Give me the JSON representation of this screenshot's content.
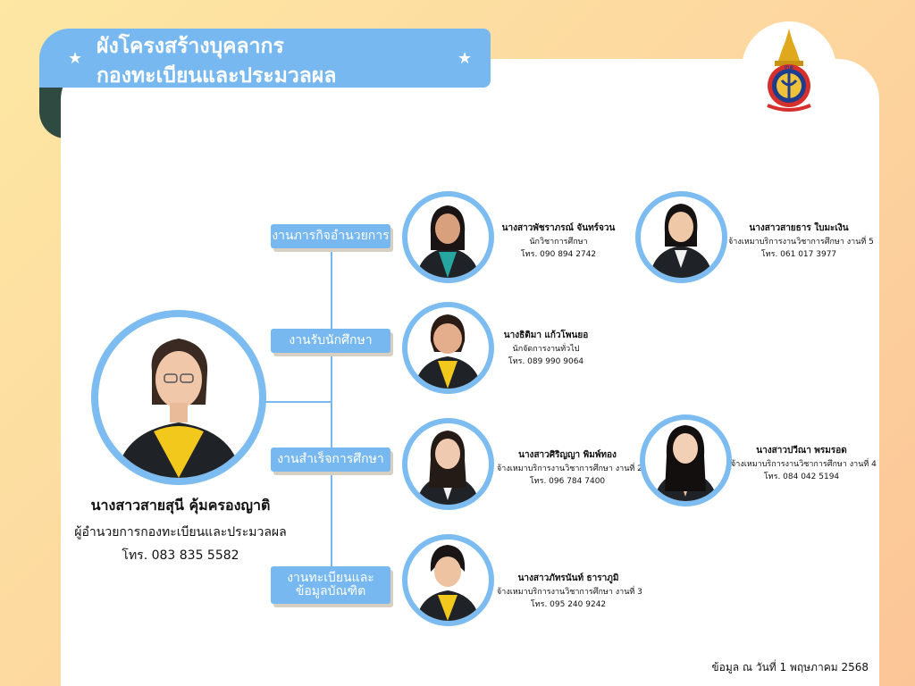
{
  "header": {
    "title_line1": "ผังโครงสร้างบุคลากร",
    "title_line2": "กองทะเบียนและประมวลผล",
    "star": "★",
    "logo_icon": "university-emblem-icon"
  },
  "chief": {
    "name": "นางสาวสายสุนี คุ้มครองญาติ",
    "role": "ผู้อำนวยการกองทะเบียนและประมวลผล",
    "phone": "โทร. 083 835 5582"
  },
  "departments": [
    {
      "label": "งานภารกิจอำนวยการ",
      "staff": [
        {
          "name": "นางสาวพัชราภรณ์ จันทร์จวน",
          "role": "นักวิชาการศึกษา",
          "phone": "โทร. 090 894 2742"
        },
        {
          "name": "นางสาวสายธาร ใบมะเงิน",
          "role": "จ้างเหมาบริการงานวิชาการศึกษา งานที่ 5",
          "phone": "โทร. 061 017 3977"
        }
      ]
    },
    {
      "label": "งานรับนักศึกษา",
      "staff": [
        {
          "name": "นางธิติมา แก้วโพนยอ",
          "role": "นักจัดการงานทั่วไป",
          "phone": "โทร. 089 990 9064"
        }
      ]
    },
    {
      "label": "งานสำเร็จการศึกษา",
      "staff": [
        {
          "name": "นางสาวศิริญญา พิมพ์ทอง",
          "role": "จ้างเหมาบริการงานวิชาการศึกษา งานที่ 2",
          "phone": "โทร. 096 784 7400"
        },
        {
          "name": "นางสาวปวีณา พรมรอด",
          "role": "จ้างเหมาบริการงานวิชาการศึกษา งานที่ 4",
          "phone": "โทร. 084 042 5194"
        }
      ]
    },
    {
      "label": "งานทะเบียนและข้อมูลบัณฑิต",
      "staff": [
        {
          "name": "นางสาวภัทรนันท์ ธาราภูมิ",
          "role": "จ้างเหมาบริการงานวิชาการศึกษา งานที่ 3",
          "phone": "โทร. 095 240 9242"
        }
      ]
    }
  ],
  "footer": {
    "note": "ข้อมูล ณ วันที่ 1 พฤษภาคม 2568"
  },
  "colors": {
    "accent_blue": "#76b8ef",
    "dark_tab": "#2f4a40",
    "blazer": "#1f2226",
    "shirt_yellow": "#f3c81d"
  }
}
